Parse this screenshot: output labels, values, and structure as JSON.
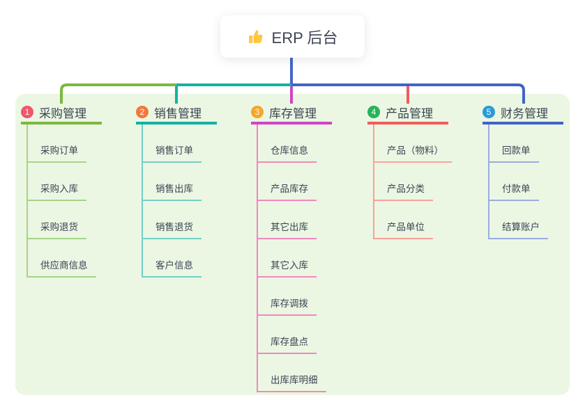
{
  "root": {
    "label": "ERP 后台",
    "icon": "thumbs-up-icon",
    "icon_color": "#FFC83D",
    "connector_color": "#4565C8",
    "text_color": "#3C4454"
  },
  "panel": {
    "background_color": "#EBF7E3"
  },
  "branches": [
    {
      "index": "1",
      "label": "采购管理",
      "badge_color": "#F2566A",
      "line_color": "#7CB93F",
      "child_line_color": "#A6D488",
      "children": [
        "采购订单",
        "采购入库",
        "采购退货",
        "供应商信息"
      ]
    },
    {
      "index": "2",
      "label": "销售管理",
      "badge_color": "#F2793C",
      "line_color": "#13B2A2",
      "child_line_color": "#72CFC5",
      "children": [
        "销售订单",
        "销售出库",
        "销售退货",
        "客户信息"
      ]
    },
    {
      "index": "3",
      "label": "库存管理",
      "badge_color": "#F5A62A",
      "line_color": "#D044C4",
      "child_line_color": "#F287BE",
      "children": [
        "仓库信息",
        "产品库存",
        "其它出库",
        "其它入库",
        "库存调拨",
        "库存盘点",
        "出库库明细"
      ]
    },
    {
      "index": "4",
      "label": "产品管理",
      "badge_color": "#27B25B",
      "line_color": "#F25C5C",
      "child_line_color": "#F7A29A",
      "children": [
        "产品（物料）",
        "产品分类",
        "产品单位"
      ]
    },
    {
      "index": "5",
      "label": "财务管理",
      "badge_color": "#2B9BD7",
      "line_color": "#4064C8",
      "child_line_color": "#9AACE0",
      "children": [
        "回款单",
        "付款单",
        "结算账户"
      ]
    }
  ]
}
